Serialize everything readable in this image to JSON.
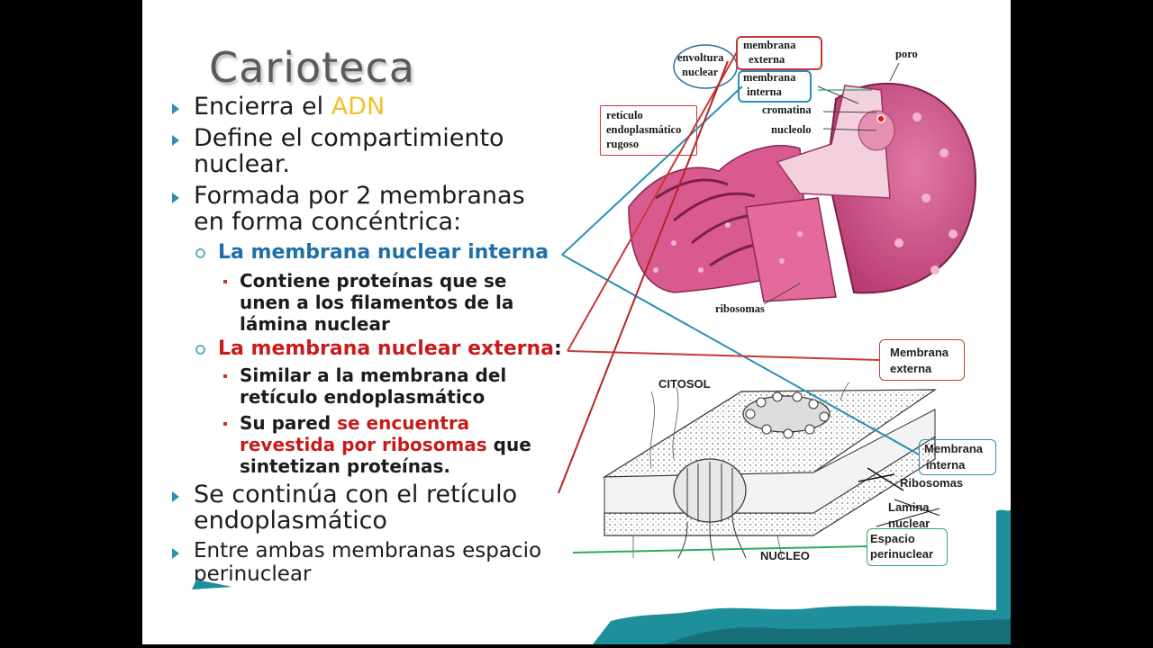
{
  "title": "Carioteca",
  "bullets": {
    "b1_pre": "Encierra el ",
    "b1_adn": "ADN",
    "b2_a": "Define el compartimiento",
    "b2_b": "nuclear.",
    "b3_a": "Formada por 2 membranas",
    "b3_b": "en forma concéntrica:",
    "sub1_label": "La membrana nuclear interna",
    "sub1_detail_a": "Contiene proteínas que se",
    "sub1_detail_b": "unen a los filamentos de la",
    "sub1_detail_c": "lámina nuclear",
    "sub2_label": "La membrana nuclear externa",
    "sub2_colon": ":",
    "sub2_d1_a": "Similar a la membrana del",
    "sub2_d1_b": "retículo endoplasmático",
    "sub2_d2_pre": "Su pared ",
    "sub2_d2_red_a": "se encuentra",
    "sub2_d2_red_b": "revestida por ribosomas",
    "sub2_d2_post": " que",
    "sub2_d2_c": "sintetizan proteínas.",
    "b4_a": "Se continúa con el retículo",
    "b4_b": "endoplasmático",
    "b5_a": "Entre ambas membranas espacio",
    "b5_b": "perinuclear"
  },
  "top_diagram": {
    "envoltura_a": "envoltura",
    "envoltura_b": "nuclear",
    "membrana_externa_a": "membrana",
    "membrana_externa_b": "externa",
    "membrana_interna_a": "membrana",
    "membrana_interna_b": "interna",
    "poro": "poro",
    "cromatina": "cromatina",
    "nucleolo": "nucleolo",
    "reticulo_a": "retículo",
    "reticulo_b": "endoplasmático",
    "reticulo_c": "rugoso",
    "ribosomas": "ribosomas"
  },
  "bottom_diagram": {
    "citosol": "CITOSOL",
    "nucleo": "NUCLEO",
    "membrana_externa_a": "Membrana",
    "membrana_externa_b": "externa",
    "membrana_interna_a": "Membrana",
    "membrana_interna_b": "interna",
    "ribosomas": "Ribosomas",
    "lamina_a": "Lamina",
    "lamina_b": "nuclear",
    "espacio_a": "Espacio",
    "espacio_b": "perinuclear"
  },
  "colors": {
    "accent_blue": "#1f6fa7",
    "accent_red": "#c81b1b",
    "accent_yellow": "#f2c02e",
    "connector_green": "#2bab62",
    "nucleus_pink": "#cf4f86",
    "footer_teal": "#1f8f9b"
  },
  "icons": [
    "bullet-arrow-icon",
    "hollow-circle-bullet-icon",
    "square-bullet-icon"
  ]
}
